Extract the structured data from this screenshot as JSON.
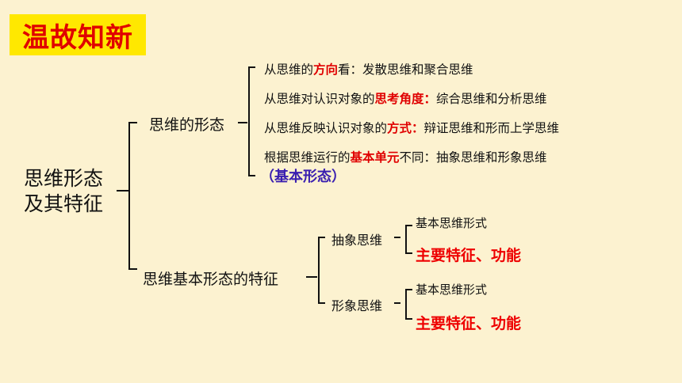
{
  "header": {
    "title": "温故知新"
  },
  "root": {
    "line1": "思维形态",
    "line2": "及其特征"
  },
  "branch_forms": {
    "label": "思维的形态",
    "items": [
      {
        "prefix": "从思维的",
        "emphasis": "方向",
        "suffix": "看：发散思维和聚合思维"
      },
      {
        "prefix": "从思维对认识对象的",
        "emphasis": "思考角度：",
        "suffix": "综合思维和分析思维"
      },
      {
        "prefix": "从思维反映认识对象的",
        "emphasis": "方式：",
        "suffix": "辩证思维和形而上学思维"
      },
      {
        "prefix": "根据思维运行的",
        "emphasis": "基本单元",
        "suffix": "不同：抽象思维和形象思维"
      }
    ],
    "note": "（基本形态）"
  },
  "branch_features": {
    "label": "思维基本形态的特征",
    "abstract": {
      "label": "抽象思维",
      "item1": "基本思维形式",
      "item2": "主要特征、功能"
    },
    "image": {
      "label": "形象思维",
      "item1": "基本思维形式",
      "item2": "主要特征、功能"
    }
  }
}
